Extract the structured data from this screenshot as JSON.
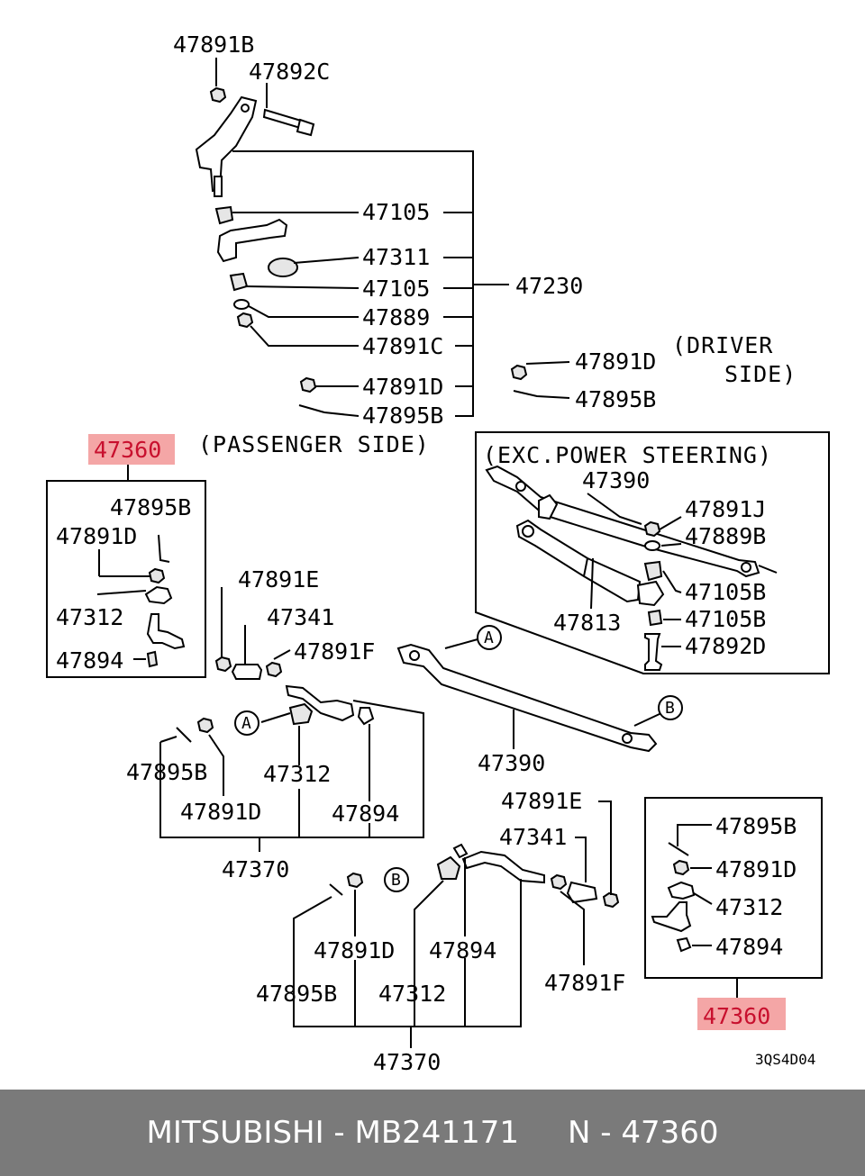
{
  "labels": {
    "l47891B_top": "47891B",
    "l47892C": "47892C",
    "l47105_a": "47105",
    "l47311": "47311",
    "l47105_b": "47105",
    "l47889": "47889",
    "l47891C": "47891C",
    "l47891D_a": "47891D",
    "l47895B_a": "47895B",
    "l47230": "47230",
    "l47891D_drv": "47891D",
    "l47895B_drv": "47895B",
    "l47390_top": "47390",
    "l47891J": "47891J",
    "l47889B": "47889B",
    "l47105B_a": "47105B",
    "l47813": "47813",
    "l47105B_b": "47105B",
    "l47892D": "47892D",
    "l47360_left": "47360",
    "l47895B_b": "47895B",
    "l47891D_b": "47891D",
    "l47312_a": "47312",
    "l47894_a": "47894",
    "l47891E_a": "47891E",
    "l47341_a": "47341",
    "l47891F_a": "47891F",
    "l47895B_c": "47895B",
    "l47312_b": "47312",
    "l47891D_c": "47891D",
    "l47894_b": "47894",
    "l47370_a": "47370",
    "l47390_mid": "47390",
    "l47891E_b": "47891E",
    "l47341_b": "47341",
    "l47891D_d": "47891D",
    "l47894_c": "47894",
    "l47895B_d": "47895B",
    "l47312_c": "47312",
    "l47891F_b": "47891F",
    "l47370_b": "47370",
    "l47895B_e": "47895B",
    "l47891D_e": "47891D",
    "l47312_d": "47312",
    "l47894_d": "47894",
    "l47360_right": "47360"
  },
  "notes": {
    "driver_1": "(DRIVER",
    "driver_2": "SIDE)",
    "passenger": "(PASSENGER SIDE)",
    "exc": "(EXC.POWER STEERING)",
    "code": "3QS4D04"
  },
  "callouts": {
    "A": "A",
    "B": "B"
  },
  "footer": {
    "text": "MITSUBISHI - MB241171     N - 47360"
  },
  "colors": {
    "highlight_bg": "#f4a6a6",
    "highlight_text": "#c8102e",
    "footer_bg": "#7a7a7a"
  }
}
